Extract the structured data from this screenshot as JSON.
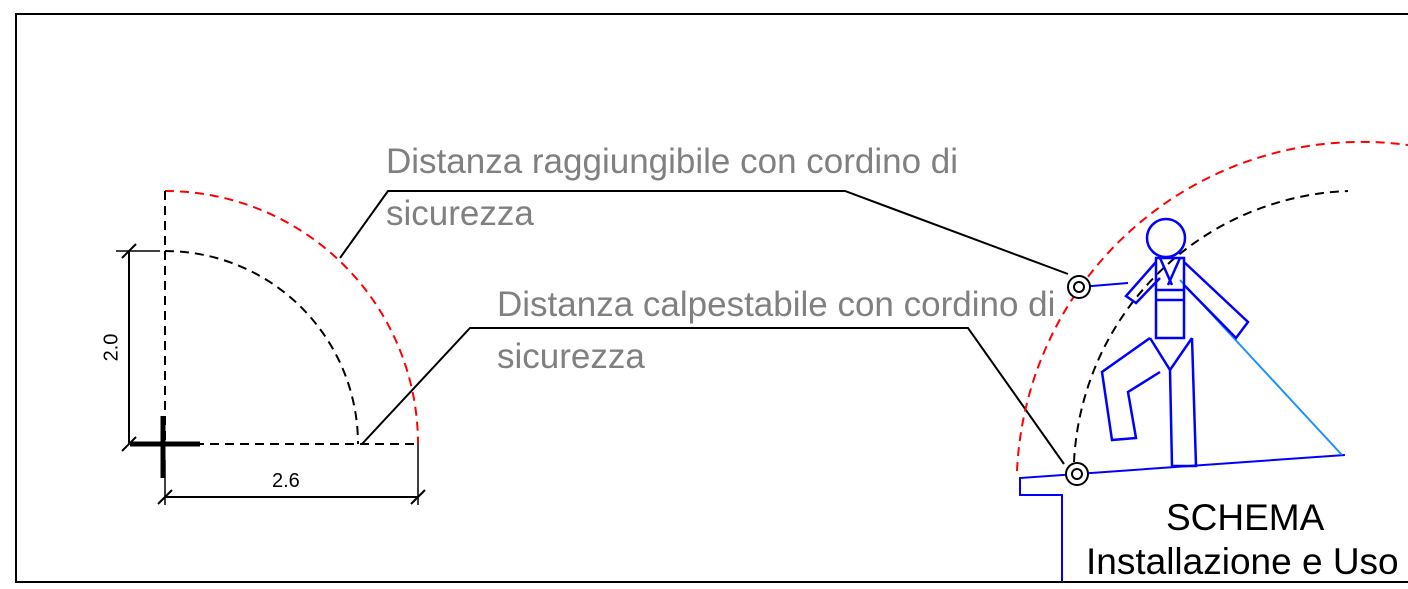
{
  "labels": {
    "reachable_line1": "Distanza raggiungibile con cordino di",
    "reachable_line2": "sicurezza",
    "walkable_line1": "Distanza calpestabile con cordino di",
    "walkable_line2": "sicurezza"
  },
  "dimensions": {
    "vertical": "2.0",
    "horizontal": "2.6"
  },
  "title": {
    "line1": "SCHEMA",
    "line2": "Installazione e Uso"
  },
  "colors": {
    "reach_arc": "#ff0000",
    "walk_arc": "#000000",
    "figure": "#0000ff",
    "lanyard": "#1e90ff",
    "label_text": "#808080"
  }
}
